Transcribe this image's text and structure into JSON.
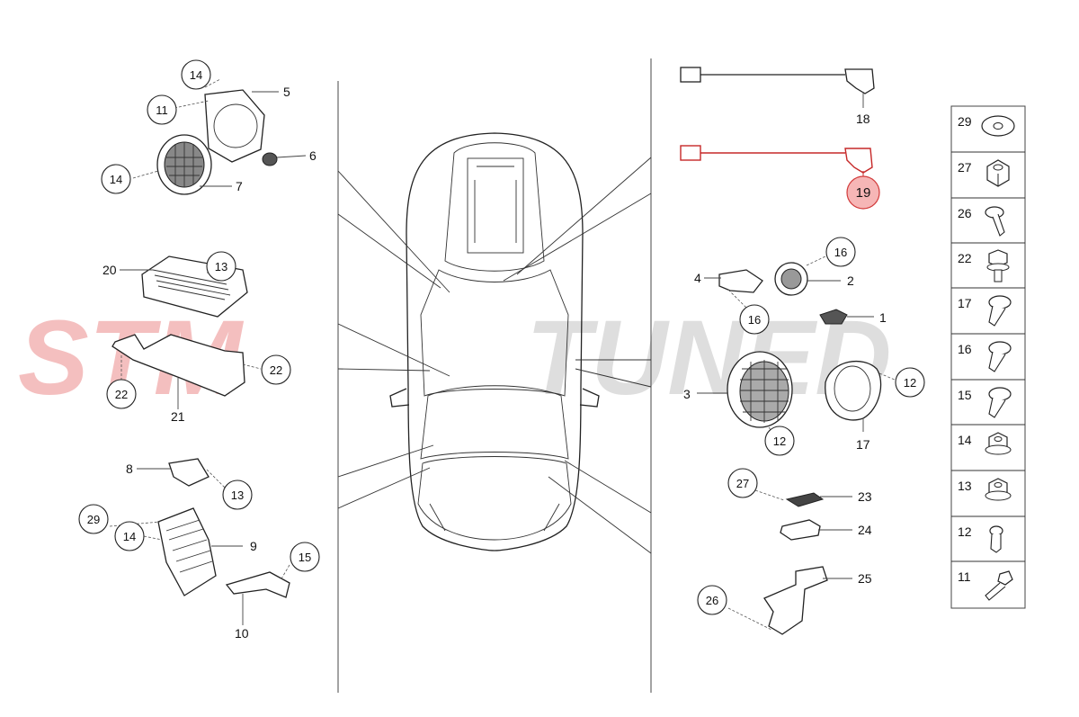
{
  "watermark": {
    "part1": "STM",
    "part2": "TUNED",
    "color1": "#f3b5b5",
    "color2": "#d9d9d9"
  },
  "colors": {
    "highlight": "#c62828",
    "highlight_fill": "#f6b6b6",
    "line": "#222222"
  },
  "callouts": {
    "c14a": "14",
    "c5": "5",
    "c11": "11",
    "c6": "6",
    "c14b": "14",
    "c7": "7",
    "c20": "20",
    "c13a": "13",
    "c22a": "22",
    "c22b": "22",
    "c21": "21",
    "c8": "8",
    "c13b": "13",
    "c29": "29",
    "c14c": "14",
    "c9": "9",
    "c15": "15",
    "c10": "10",
    "c18": "18",
    "c19": "19",
    "c16a": "16",
    "c4": "4",
    "c2": "2",
    "c16b": "16",
    "c1": "1",
    "c3": "3",
    "c12a": "12",
    "c12b": "12",
    "c17": "17",
    "c27": "27",
    "c23": "23",
    "c24": "24",
    "c25": "25",
    "c26": "26"
  },
  "fastener_panel": {
    "items": [
      {
        "number": "29",
        "icon": "washer-icon"
      },
      {
        "number": "27",
        "icon": "hex-nut-icon"
      },
      {
        "number": "26",
        "icon": "screw-icon"
      },
      {
        "number": "22",
        "icon": "flange-screw-icon"
      },
      {
        "number": "17",
        "icon": "torx-screw-icon"
      },
      {
        "number": "16",
        "icon": "torx-screw-icon"
      },
      {
        "number": "15",
        "icon": "torx-screw-icon"
      },
      {
        "number": "14",
        "icon": "flange-nut-icon"
      },
      {
        "number": "13",
        "icon": "flange-nut-icon"
      },
      {
        "number": "12",
        "icon": "short-screw-icon"
      },
      {
        "number": "11",
        "icon": "hex-bolt-icon"
      }
    ]
  }
}
